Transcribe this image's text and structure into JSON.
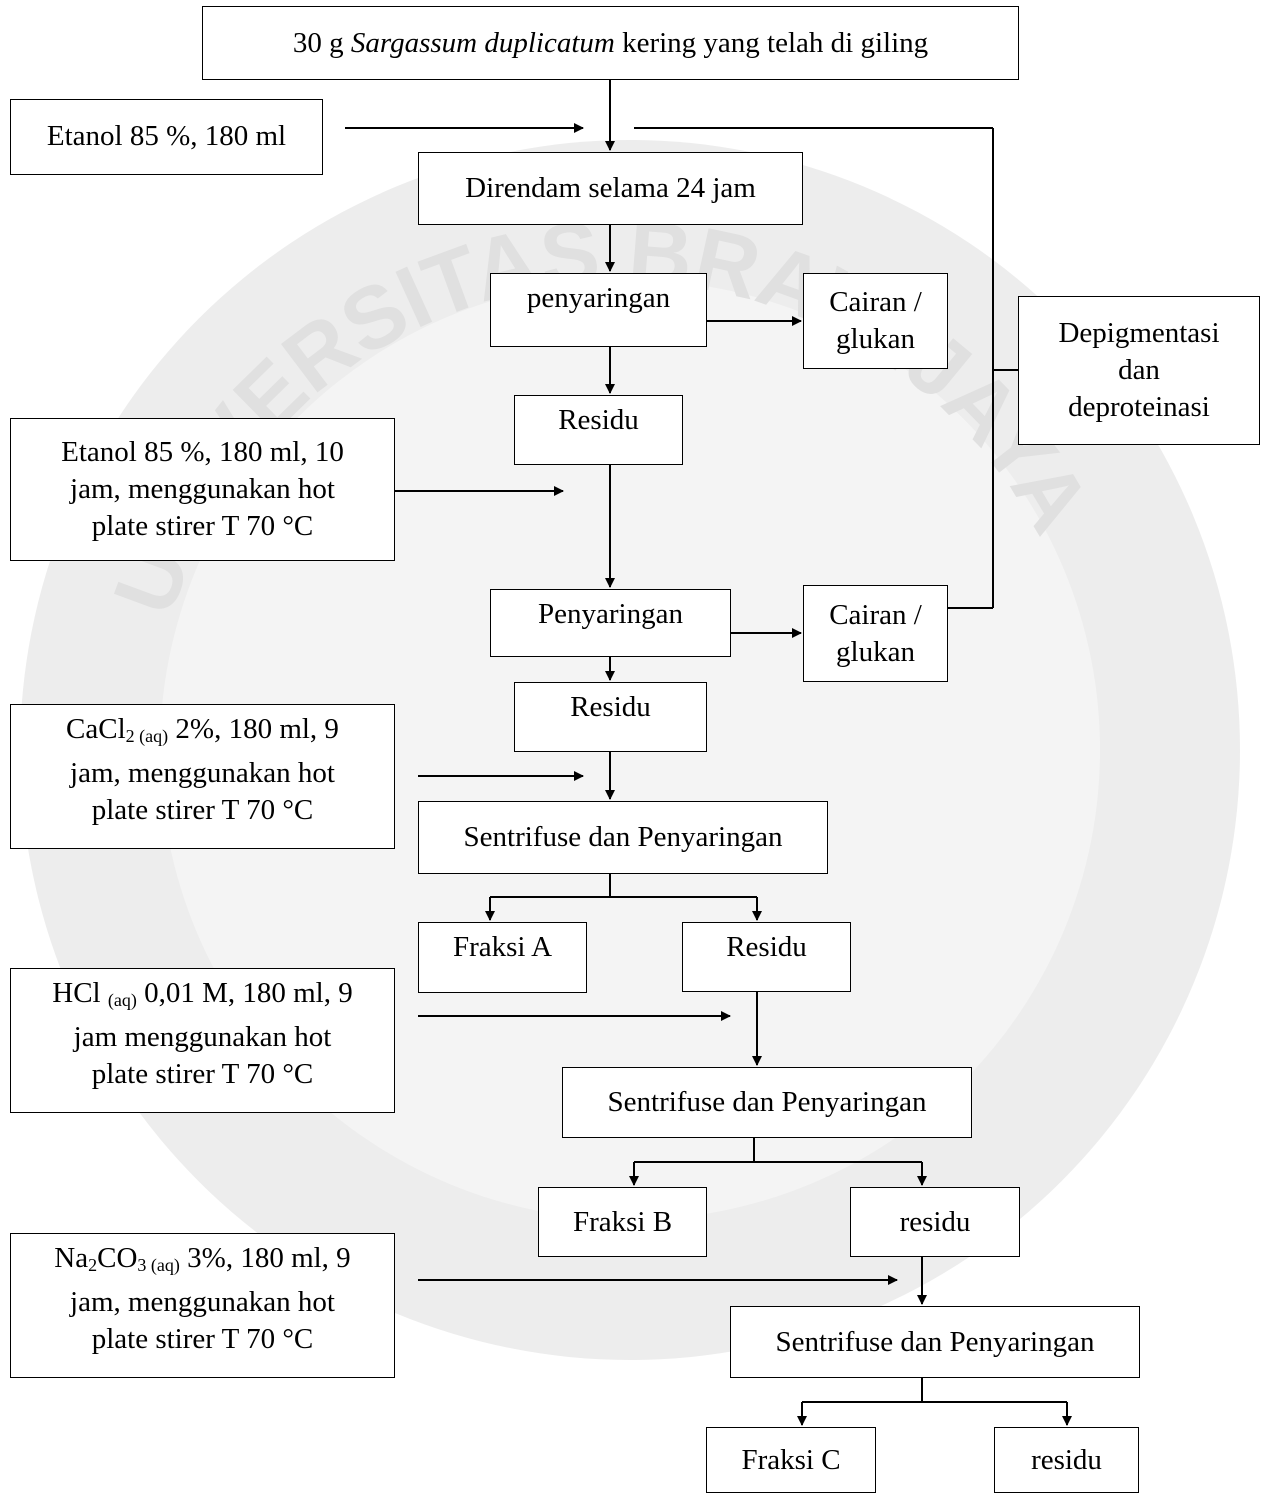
{
  "start": {
    "amount": "30 g",
    "species": "Sargassum duplicatum",
    "rest": "kering yang telah di giling"
  },
  "inputs": {
    "etanol1": "Etanol 85 %, 180 ml",
    "etanol2": [
      "Etanol 85 %, 180 ml, 10",
      "jam, menggunakan hot",
      "plate stirer T 70 °C"
    ],
    "cacl2": {
      "formula": "CaCl",
      "sub1": "2",
      "sub2": "(aq)",
      "rest": "2%, 180 ml, 9",
      "line2": "jam, menggunakan hot",
      "line3": "plate stirer T 70 °C"
    },
    "hcl": {
      "formula": "HCl",
      "sub": "(aq)",
      "rest": "0,01 M, 180 ml, 9",
      "line2": "jam menggunakan hot",
      "line3": "plate stirer T 70 °C"
    },
    "na2co3": {
      "f1": "Na",
      "s1": "2",
      "f2": "CO",
      "s2": "3 (aq)",
      "rest": "3%, 180 ml, 9",
      "line2": "jam, menggunakan hot",
      "line3": "plate stirer T 70 °C"
    }
  },
  "steps": {
    "direndam": "Direndam selama 24 jam",
    "penyaringan1": "penyaringan",
    "residu1": "Residu",
    "penyaringan2": "Penyaringan",
    "residu2": "Residu",
    "sentrifuse1": "Sentrifuse dan Penyaringan",
    "sentrifuse2": "Sentrifuse dan Penyaringan",
    "sentrifuse3": "Sentrifuse dan Penyaringan"
  },
  "outputs": {
    "cairan1": [
      "Cairan /",
      "glukan"
    ],
    "cairan2": [
      "Cairan /",
      "glukan"
    ],
    "depigmentasi": [
      "Depigmentasi",
      "dan",
      "deproteinasi"
    ],
    "fraksiA": "Fraksi A",
    "residuA": "Residu",
    "fraksiB": "Fraksi B",
    "residuB": "residu",
    "fraksiC": "Fraksi C",
    "residuC": "residu"
  },
  "watermark": "UNIVERSITAS BRAWIJAYA"
}
